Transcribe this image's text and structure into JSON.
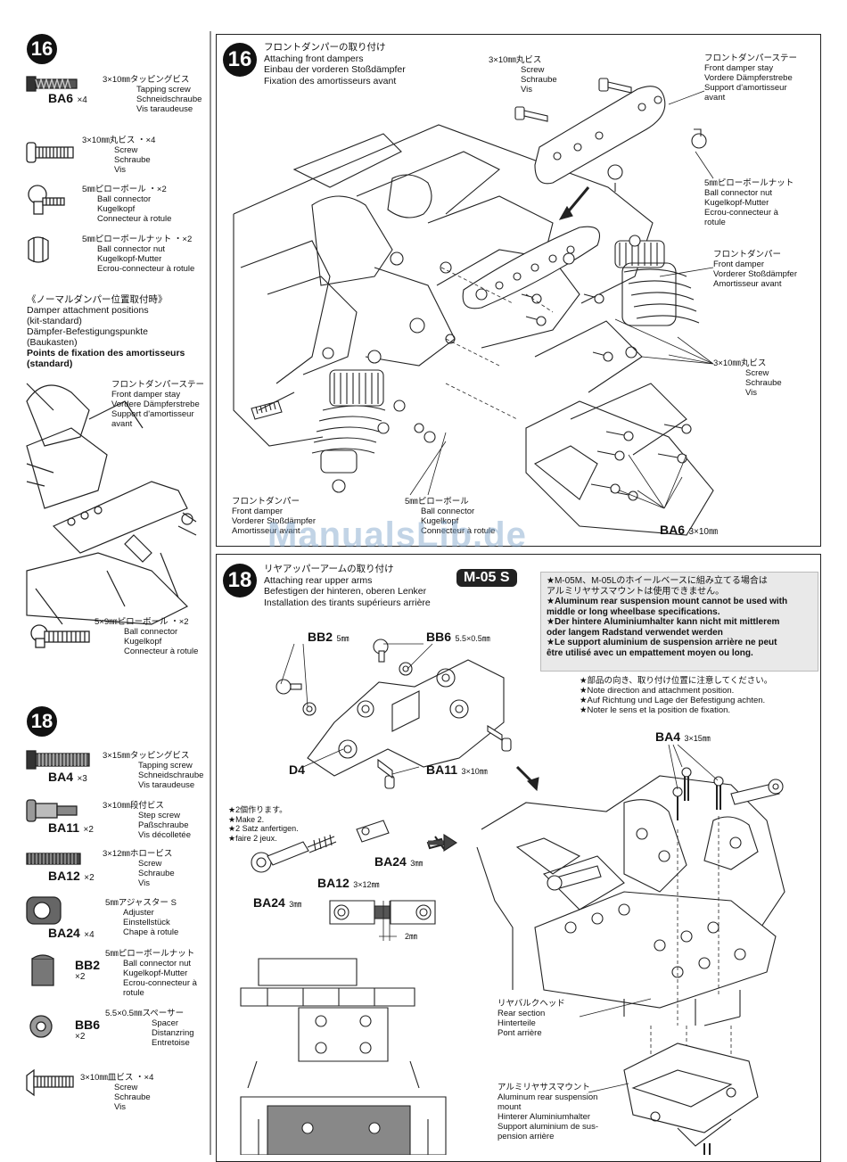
{
  "left16": {
    "num": "16",
    "parts": [
      {
        "code": "BA6",
        "qty": "×4",
        "lines": [
          "3×10㎜タッピングビス",
          "Tapping screw",
          "Schneidschraube",
          "Vis taraudeuse"
        ]
      },
      {
        "lines": [
          "3×10㎜丸ビス ・×4",
          "Screw",
          "Schraube",
          "Vis"
        ]
      },
      {
        "lines": [
          "5㎜ピローボール ・×2",
          "Ball connector",
          "Kugelkopf",
          "Connecteur à rotule"
        ]
      },
      {
        "lines": [
          "5㎜ピローボールナット ・×2",
          "Ball connector nut",
          "Kugelkopf-Mutter",
          "Ecrou-connecteur à rotule"
        ]
      }
    ],
    "standard": [
      "《ノーマルダンパー位置取付時》",
      "Damper attachment positions",
      "(kit-standard)",
      "Dämpfer-Befestigungspunkte",
      "(Baukasten)",
      "Points de fixation des amortisseurs",
      "(standard)"
    ],
    "stay": [
      "フロントダンパーステー",
      "Front damper stay",
      "Vordere Dämpferstrebe",
      "Support d'amortisseur",
      "avant"
    ],
    "ball59": [
      "5×9㎜ピローボール ・×2",
      "Ball connector",
      "Kugelkopf",
      "Connecteur à rotule"
    ]
  },
  "left18": {
    "num": "18",
    "parts": [
      {
        "code": "BA4",
        "qty": "×3",
        "lines": [
          "3×15㎜タッピングビス",
          "Tapping screw",
          "Schneidschraube",
          "Vis taraudeuse"
        ]
      },
      {
        "code": "BA11",
        "qty": "×2",
        "lines": [
          "3×10㎜段付ビス",
          "Step screw",
          "Paßschraube",
          "Vis décolletée"
        ]
      },
      {
        "code": "BA12",
        "qty": "×2",
        "lines": [
          "3×12㎜ホロービス",
          "Screw",
          "Schraube",
          "Vis"
        ]
      },
      {
        "code": "BA24",
        "qty": "×4",
        "lines": [
          "5㎜アジャスター S",
          "Adjuster",
          "Einstellstück",
          "Chape à rotule"
        ]
      },
      {
        "code": "BB2",
        "qty": "×2",
        "lines": [
          "5㎜ピローボールナット",
          "Ball connector nut",
          "Kugelkopf-Mutter",
          "Ecrou-connecteur à",
          "rotule"
        ]
      },
      {
        "code": "BB6",
        "qty": "×2",
        "lines": [
          "5.5×0.5㎜スペーサー",
          "Spacer",
          "Distanzring",
          "Entretoise"
        ]
      },
      {
        "lines": [
          "3×10㎜皿ビス ・×4",
          "Screw",
          "Schraube",
          "Vis"
        ]
      }
    ]
  },
  "step16": {
    "num": "16",
    "title": [
      "フロントダンパーの取り付け",
      "Attaching front dampers",
      "Einbau der vorderen Stoßdämpfer",
      "Fixation des amortisseurs avant"
    ],
    "screw": [
      "3×10㎜丸ビス",
      "Screw",
      "Schraube",
      "Vis"
    ],
    "stay": [
      "フロントダンパーステー",
      "Front damper stay",
      "Vordere Dämpferstrebe",
      "Support d'amortisseur",
      "avant"
    ],
    "nut": [
      "5㎜ピローボールナット",
      "Ball connector nut",
      "Kugelkopf-Mutter",
      "Ecrou-connecteur à",
      "rotule"
    ],
    "damper": [
      "フロントダンパー",
      "Front damper",
      "Vorderer Stoßdämpfer",
      "Amortisseur avant"
    ],
    "screw2": [
      "3×10㎜丸ビス",
      "Screw",
      "Schraube",
      "Vis"
    ],
    "damper2": [
      "フロントダンパー",
      "Front damper",
      "Vorderer Stoßdämpfer",
      "Amortisseur avant"
    ],
    "ball": [
      "5㎜ピローボール",
      "Ball connector",
      "Kugelkopf",
      "Connecteur à rotule"
    ],
    "ba6": "BA6",
    "ba6size": "3×10㎜"
  },
  "step18": {
    "num": "18",
    "title": [
      "リヤアッパーアームの取り付け",
      "Attaching rear upper arms",
      "Befestigen der hinteren, oberen Lenker",
      "Installation des tirants supérieurs arrière"
    ],
    "badge": "M-05 S",
    "note": [
      "★M-05M、M-05Lのホイールベースに組み立てる場合は",
      "アルミリヤサスマウントは使用できません。",
      "★Aluminum rear suspension mount cannot be used with",
      "middle or long wheelbase specifications.",
      "★Der hintere Aluminiumhalter kann nicht mit mittlerem",
      "oder langem Radstand verwendet werden",
      "★Le support aluminium de suspension arrière ne peut",
      "être utilisé avec un empattement moyen ou long."
    ],
    "attention": [
      "★部品の向き、取り付け位置に注意してください。",
      "★Note direction and attachment position.",
      "★Auf Richtung und Lage der Befestigung achten.",
      "★Noter le sens et la position de fixation."
    ],
    "bb2": "BB2",
    "bb2size": "5㎜",
    "bb6": "BB6",
    "bb6size": "5.5×0.5㎜",
    "d4": "D4",
    "ba11": "BA11",
    "ba11size": "3×10㎜",
    "make2": [
      "★2個作ります。",
      "★Make 2.",
      "★2 Satz anfertigen.",
      "★faire 2 jeux."
    ],
    "ba24a": "BA24",
    "ba24asize": "3㎜",
    "ba12": "BA12",
    "ba12size": "3×12㎜",
    "ba24b": "BA24",
    "ba24bsize": "3㎜",
    "dim": "2㎜",
    "ba4": "BA4",
    "ba4size": "3×15㎜",
    "rear": [
      "リヤバルクヘッド",
      "Rear section",
      "Hinterteile",
      "Pont arrière"
    ],
    "mount": [
      "アルミリヤサスマウント",
      "Aluminum rear suspension",
      "mount",
      "Hinterer Aluminiumhalter",
      "Support aluminium de sus-",
      "pension arrière"
    ]
  },
  "watermark": "ManualsLib.de"
}
